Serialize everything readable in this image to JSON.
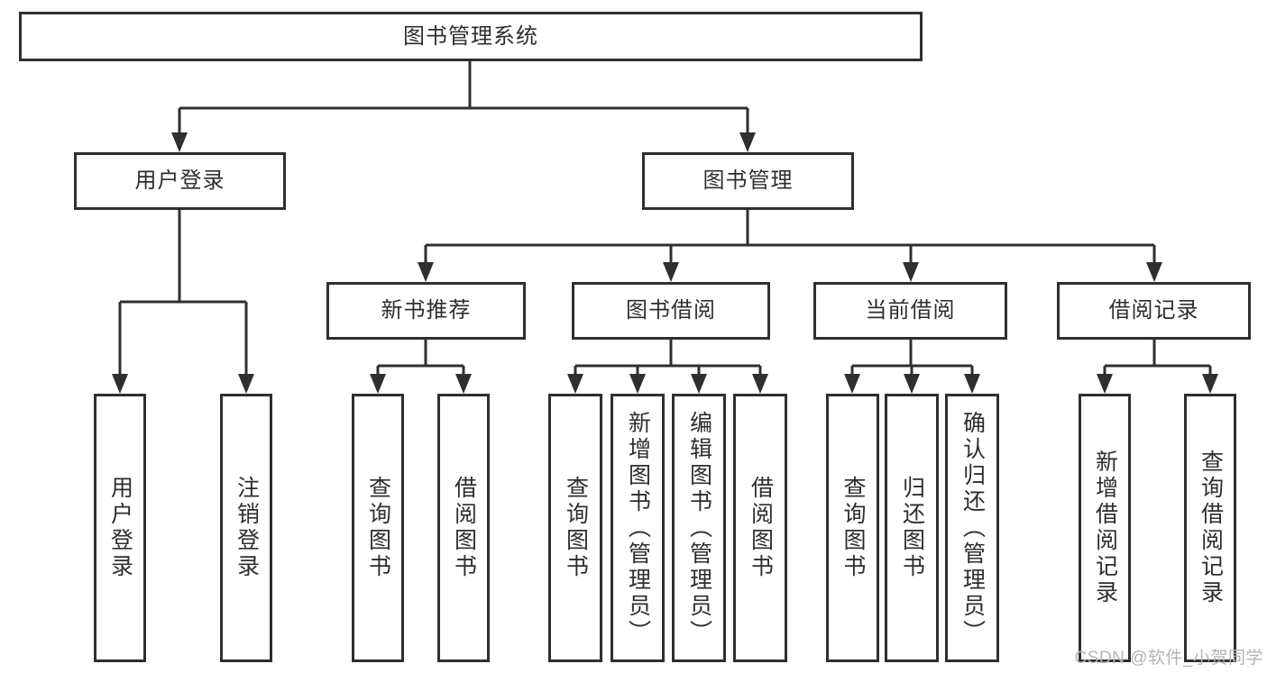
{
  "diagram": {
    "root": {
      "label": "图书管理系统"
    },
    "children": [
      {
        "label": "用户登录",
        "children": [
          {
            "label": "用户登录"
          },
          {
            "label": "注销登录"
          }
        ]
      },
      {
        "label": "图书管理",
        "children": [
          {
            "label": "新书推荐",
            "children": [
              {
                "label": "查询图书"
              },
              {
                "label": "借阅图书"
              }
            ]
          },
          {
            "label": "图书借阅",
            "children": [
              {
                "label": "查询图书"
              },
              {
                "label": "新增图书（管理员）"
              },
              {
                "label": "编辑图书（管理员）"
              },
              {
                "label": "借阅图书"
              }
            ]
          },
          {
            "label": "当前借阅",
            "children": [
              {
                "label": "查询图书"
              },
              {
                "label": "归还图书"
              },
              {
                "label": "确认归还（管理员）"
              }
            ]
          },
          {
            "label": "借阅记录",
            "children": [
              {
                "label": "新增借阅记录"
              },
              {
                "label": "查询借阅记录"
              }
            ]
          }
        ]
      }
    ]
  },
  "watermark": {
    "text": "CSDN @软件_小贺同学"
  },
  "colors": {
    "line": "#2f2f2f",
    "text": "#2e2e2e",
    "watermark": "#b4b4b4",
    "background": "#ffffff"
  }
}
